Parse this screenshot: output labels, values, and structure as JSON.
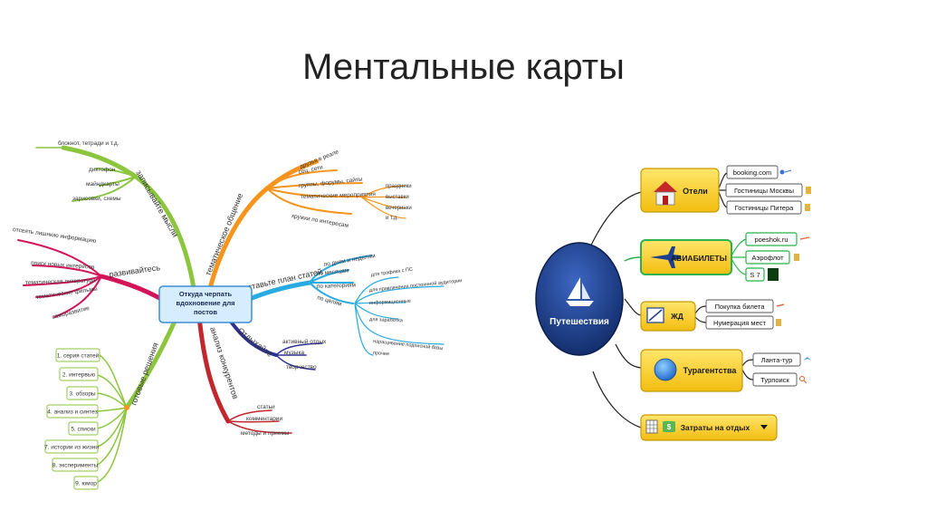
{
  "slide": {
    "title": "Ментальные карты"
  },
  "left_map": {
    "center": [
      "Откуда черпать",
      "вдохновение для",
      "постов"
    ],
    "branches": {
      "zapis": {
        "label": "записывайте мысли",
        "color": "#8cc63f",
        "items": [
          "блокнот, тетради и т.д.",
          "диктофон",
          "майндкарты",
          "зарисовки, схемы"
        ]
      },
      "tema": {
        "label": "тематическое общение",
        "color": "#f7941d",
        "items": [
          "друзья в реале",
          "соц. сети",
          "группы, форумы, сайты",
          "тематические мероприятия",
          "кружки по интересам"
        ],
        "sub": [
          "праздники",
          "выставки",
          "вечеринки",
          "и т.д."
        ]
      },
      "plan": {
        "label": "составьте план статей",
        "color": "#29abe2",
        "items": [
          "по дням и неделям",
          "по месяцам",
          "по категориям",
          "по целям"
        ],
        "sub": [
          "для трафика с ПС",
          "для привлечения постоянной аудитории",
          "информационные",
          "для заработка",
          "наращивание подписной базы",
          "прочее"
        ]
      },
      "otd": {
        "label": "Отдыхайте",
        "color": "#2e3192",
        "items": [
          "активный отдых",
          "музыка",
          "творчество"
        ]
      },
      "analiz": {
        "label": "анализ конкурентов",
        "color": "#c1272d",
        "items": [
          "статьи",
          "комментарии",
          "методы и приемы"
        ]
      },
      "razv": {
        "label": "развивайтесь",
        "color": "#d4145a",
        "items": [
          "отсеять лишнюю информацию",
          "поиск новых интересов",
          "тематическая литература",
          "тематические фильмы",
          "саморазвитие"
        ]
      },
      "gotov": {
        "label": "готовые решения",
        "color": "#8cc63f",
        "items": [
          "1. серия статей",
          "2. интервью",
          "3. обзоры",
          "4. анализ и синтез",
          "5. списки",
          "7. истории из жизни",
          "8. эксперименты",
          "9. юмор"
        ]
      }
    }
  },
  "right_map": {
    "center": "Путешествия",
    "branches": [
      {
        "label": "Отели",
        "items": [
          "booking.com",
          "Гостиницы Москвы",
          "Гостиницы Питера"
        ]
      },
      {
        "label": "АВИАБИЛЕТЫ",
        "items": [
          "poeshok.ru",
          "Аэрофлот",
          "S 7"
        ]
      },
      {
        "label": "ЖД",
        "items": [
          "Покупка билета",
          "Нумерация мест"
        ]
      },
      {
        "label": "Турагентства",
        "items": [
          "Ланта-тур",
          "Турпоиск"
        ]
      },
      {
        "label": "Затраты на отдых",
        "items": []
      }
    ],
    "colors": {
      "branch_fill": "#f7d33a",
      "center_fill": "#1d3f8f",
      "line": "#222222",
      "green_box": "#2bb24c"
    }
  }
}
